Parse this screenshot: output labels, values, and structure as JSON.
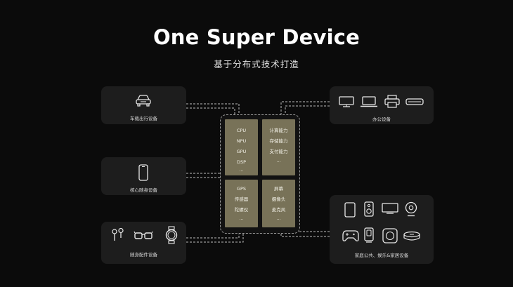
{
  "header": {
    "title": "One Super Device",
    "subtitle": "基于分布式技术打造"
  },
  "cards": {
    "car": {
      "label": "车载出行设备",
      "icons": [
        "car-icon"
      ]
    },
    "phone": {
      "label": "核心随身设备",
      "icons": [
        "smartphone-icon"
      ]
    },
    "accessories": {
      "label": "随身配件设备",
      "icons": [
        "earbuds-icon",
        "glasses-icon",
        "smartwatch-icon"
      ]
    },
    "office": {
      "label": "办公设备",
      "icons": [
        "monitor-icon",
        "laptop-icon",
        "printer-icon",
        "projector-icon"
      ]
    },
    "home": {
      "label": "家庭公共、娱乐&家居设备",
      "icons": [
        "tablet-icon",
        "speaker-icon",
        "tv-icon",
        "webcam-icon",
        "gamepad-icon",
        "router-icon",
        "smart-hub-icon",
        "robot-vacuum-icon"
      ]
    }
  },
  "core": {
    "processors": [
      "CPU",
      "NPU",
      "GPU",
      "DSP",
      "..."
    ],
    "capabilities": [
      "计算能力",
      "存储能力",
      "支付能力",
      "..."
    ],
    "sensors": [
      "GPS",
      "传感器",
      "陀螺仪",
      "..."
    ],
    "peripherals": [
      "屏幕",
      "摄像头",
      "麦克风",
      "..."
    ]
  },
  "colors": {
    "background": "#0b0b0b",
    "card": "#1d1d1d",
    "cell": "#787258",
    "link": "#bdbdbd"
  }
}
